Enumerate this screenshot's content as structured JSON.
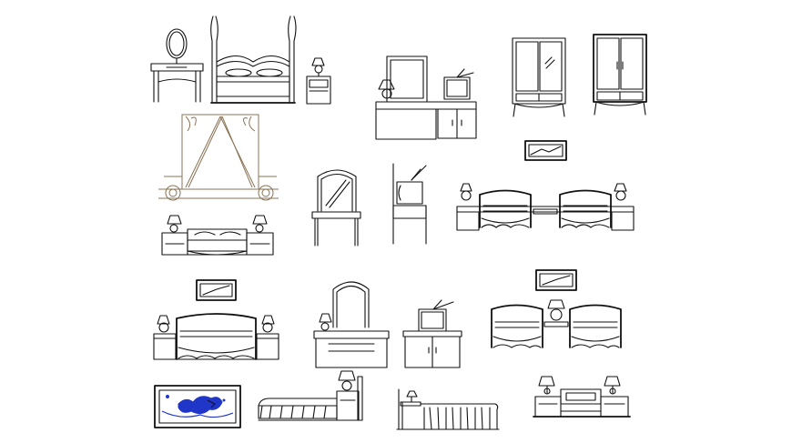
{
  "sheet": {
    "background": "#ffffff",
    "line_color": "#111111",
    "accent_colors": {
      "bed_detail_brown": "#8a7355",
      "painting_blue": "#1f36c8"
    }
  },
  "blocks": [
    {
      "id": "vanity-mirror-table",
      "icon": "vanity-icon"
    },
    {
      "id": "four-poster-bed",
      "icon": "bed-icon"
    },
    {
      "id": "nightstand-lamp",
      "icon": "lamp-icon"
    },
    {
      "id": "desk-mirror-tv",
      "icon": "tv-icon"
    },
    {
      "id": "wardrobe-glass",
      "icon": "wardrobe-icon"
    },
    {
      "id": "wardrobe-plain",
      "icon": "wardrobe-icon"
    },
    {
      "id": "ornate-bed-detail",
      "icon": "bed-detail-icon"
    },
    {
      "id": "framed-landscape",
      "icon": "picture-icon"
    },
    {
      "id": "dressing-table-mirror",
      "icon": "mirror-icon"
    },
    {
      "id": "tv-stand",
      "icon": "tv-icon"
    },
    {
      "id": "twin-beds-nightstands",
      "icon": "bed-icon"
    },
    {
      "id": "double-bed-nightstands",
      "icon": "bed-icon"
    },
    {
      "id": "double-bed-picture",
      "icon": "bed-icon"
    },
    {
      "id": "arched-mirror-dresser",
      "icon": "mirror-icon"
    },
    {
      "id": "tv-cabinet",
      "icon": "tv-icon"
    },
    {
      "id": "twin-beds-picture",
      "icon": "bed-icon"
    },
    {
      "id": "painting-blue",
      "icon": "picture-icon"
    },
    {
      "id": "bed-side-lamp",
      "icon": "bed-icon"
    },
    {
      "id": "bed-side-view",
      "icon": "bed-icon"
    },
    {
      "id": "headboard-lamps",
      "icon": "bed-icon"
    }
  ]
}
